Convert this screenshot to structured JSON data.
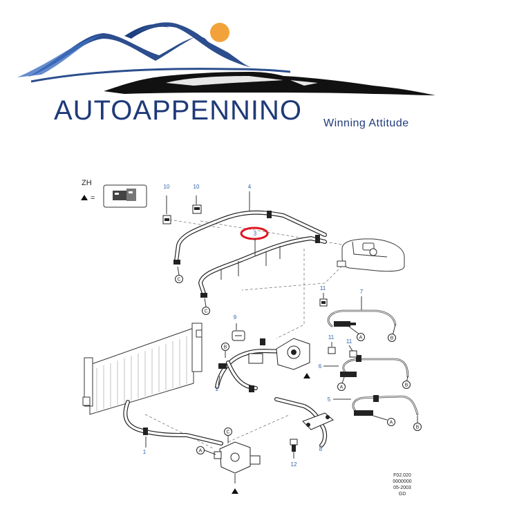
{
  "brand": {
    "name": "AUTOAPPENNINO",
    "tagline": "Winning Attitude"
  },
  "legend": {
    "code": "ZH",
    "equals": "="
  },
  "callouts": {
    "c1": "1",
    "c2": "2",
    "c3": "3",
    "c4": "4",
    "c5": "5",
    "c6": "6",
    "c7": "7",
    "c8": "8",
    "c9": "9",
    "c10a": "10",
    "c10b": "10",
    "c11a": "11",
    "c11b": "11",
    "c11c": "11",
    "c12": "12"
  },
  "connectors": {
    "a": "A",
    "b": "B",
    "c": "C"
  },
  "reference": {
    "line1": "F02.020",
    "line2": "0000000",
    "line3": "05-2003",
    "line4": "GD"
  },
  "colors": {
    "brand_blue": "#1f3a78",
    "callout_blue": "#2a5ea8",
    "highlight_red": "#e0141e",
    "sun_orange": "#f2a23a"
  }
}
